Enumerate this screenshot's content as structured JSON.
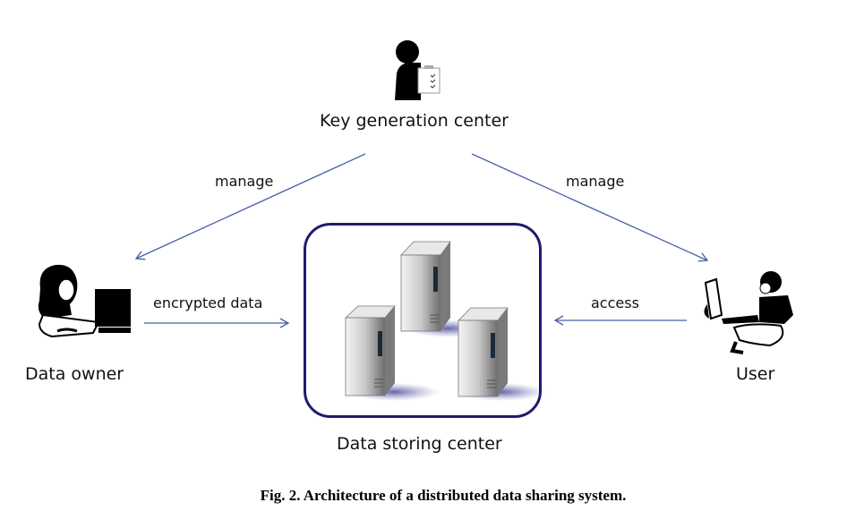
{
  "diagram": {
    "nodes": {
      "key_center": {
        "label": "Key generation center",
        "icon": "person-with-clipboard-icon"
      },
      "data_owner": {
        "label": "Data owner",
        "icon": "person-at-computer-icon"
      },
      "storage": {
        "label": "Data storing center",
        "icon": "server-cluster-icon"
      },
      "user": {
        "label": "User",
        "icon": "person-at-computer-icon"
      }
    },
    "edges": [
      {
        "from": "Key generation center",
        "to": "Data owner",
        "label": "manage"
      },
      {
        "from": "Key generation center",
        "to": "User",
        "label": "manage"
      },
      {
        "from": "Data owner",
        "to": "Data storing center",
        "label": "encrypted data"
      },
      {
        "from": "User",
        "to": "Data storing center",
        "label": "access"
      }
    ],
    "caption": "Fig. 2. Architecture of a distributed data sharing system."
  },
  "colors": {
    "arrow": "#4a5fa8",
    "box_border": "#1e1b6e"
  }
}
